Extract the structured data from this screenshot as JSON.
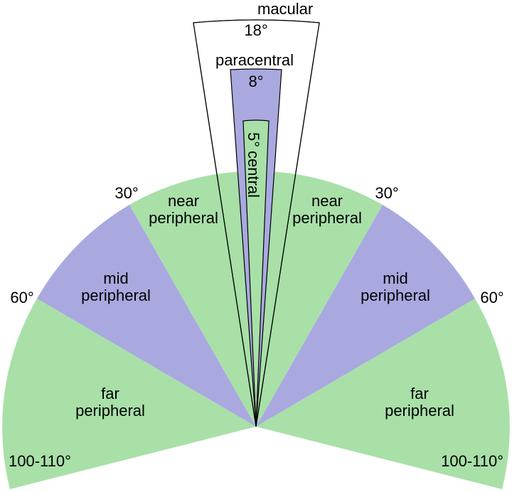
{
  "colors": {
    "green": "#a8e0a8",
    "purple": "#a9a9e0",
    "outline": "#000000",
    "white": "#ffffff"
  },
  "angles": {
    "near_left": "30°",
    "near_right": "30°",
    "mid_left": "60°",
    "mid_right": "60°",
    "far_left": "100-110°",
    "far_right": "100-110°"
  },
  "zones": {
    "macular": {
      "name": "macular",
      "angle": "18°"
    },
    "paracentral": {
      "name": "paracentral",
      "angle": "8°"
    },
    "central": {
      "name": "central",
      "angle": "5°"
    },
    "near_left": {
      "line1": "near",
      "line2": "peripheral"
    },
    "near_right": {
      "line1": "near",
      "line2": "peripheral"
    },
    "mid_left": {
      "line1": "mid",
      "line2": "peripheral"
    },
    "mid_right": {
      "line1": "mid",
      "line2": "peripheral"
    },
    "far_left": {
      "line1": "far",
      "line2": "peripheral"
    },
    "far_right": {
      "line1": "far",
      "line2": "peripheral"
    }
  }
}
